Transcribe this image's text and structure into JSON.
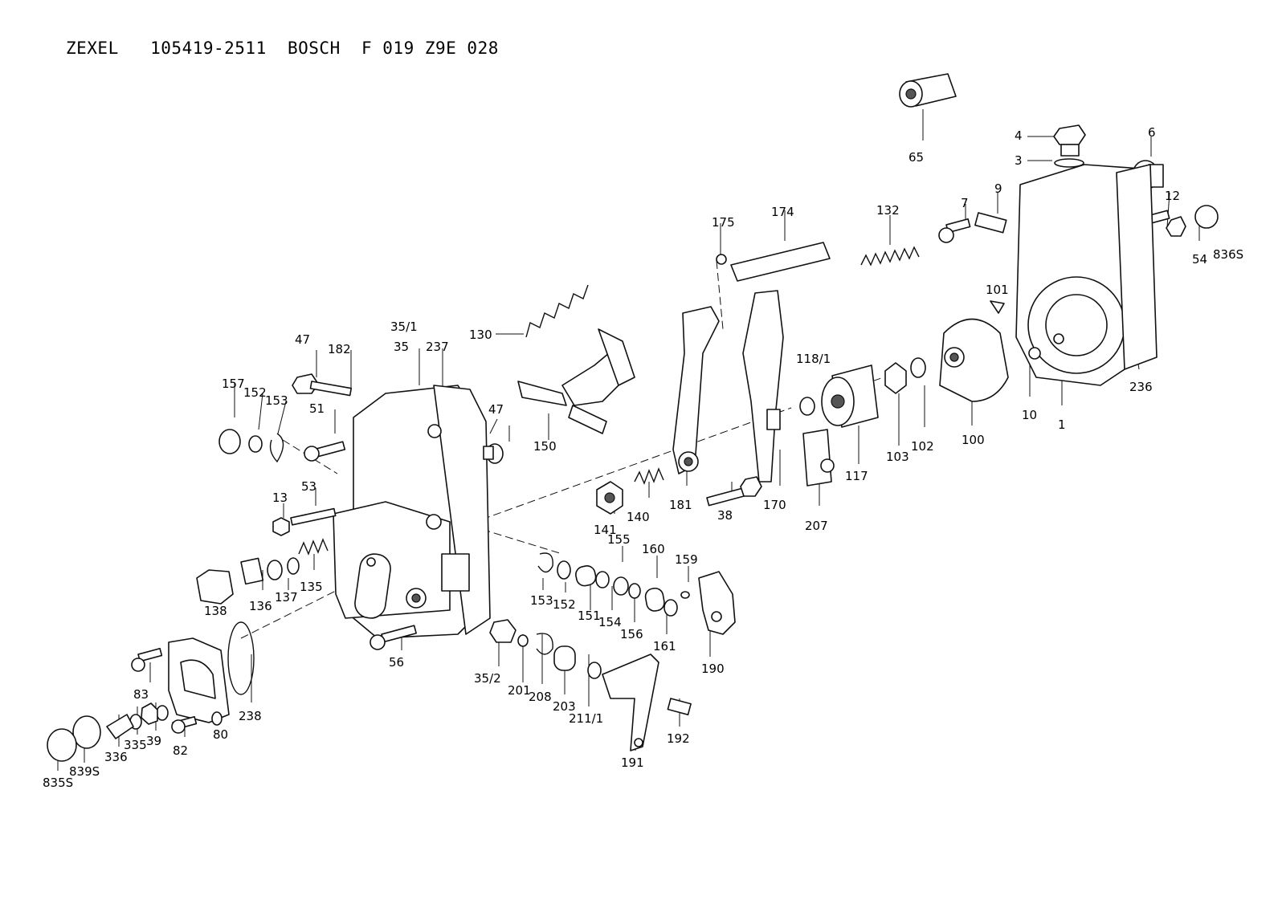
{
  "title": "ZEXEL   105419-2511  BOSCH  F 019 Z9E 028",
  "callouts": [
    "65",
    "4",
    "3",
    "6",
    "12",
    "54",
    "836S",
    "7",
    "9",
    "101",
    "10",
    "1",
    "236",
    "132",
    "174",
    "175",
    "130",
    "150",
    "118/1",
    "117",
    "103",
    "102",
    "100",
    "47",
    "182",
    "35/1",
    "35",
    "237",
    "157",
    "152",
    "153",
    "51",
    "13",
    "53",
    "141",
    "140",
    "181",
    "38",
    "170",
    "207",
    "138",
    "136",
    "137",
    "135",
    "155",
    "160",
    "159",
    "153",
    "152",
    "151",
    "154",
    "156",
    "161",
    "190",
    "56",
    "83",
    "238",
    "80",
    "82",
    "39",
    "335",
    "336",
    "839S",
    "835S",
    "35/2",
    "201",
    "208",
    "203",
    "211/1",
    "191",
    "192",
    "47"
  ]
}
